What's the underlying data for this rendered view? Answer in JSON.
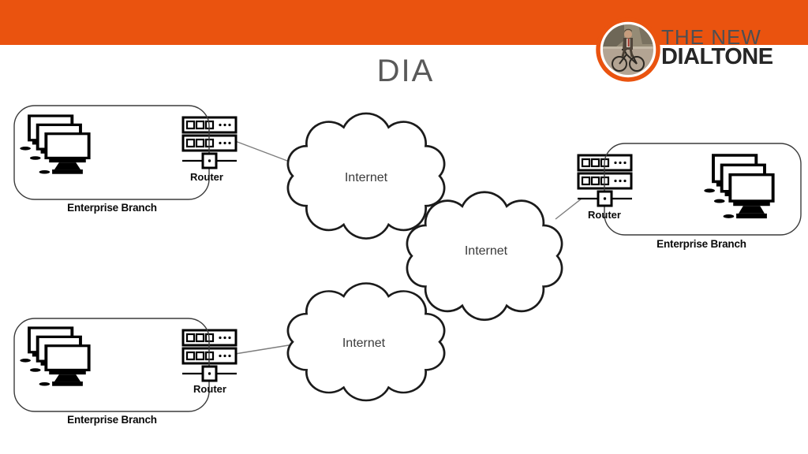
{
  "slide": {
    "title": "DIA",
    "header": {
      "bar_color": "#EA530F",
      "logo": {
        "line1": "THE NEW",
        "line2": "DIALTONE",
        "badge": "photo of a child riding a bicycle in an orange ring"
      }
    },
    "diagram": {
      "clouds": [
        {
          "id": "top",
          "label": "Internet"
        },
        {
          "id": "middle",
          "label": "Internet"
        },
        {
          "id": "bottom",
          "label": "Internet"
        }
      ],
      "branches": [
        {
          "position": "top-left",
          "label": "Enterprise Branch",
          "router_label": "Router"
        },
        {
          "position": "bottom-left",
          "label": "Enterprise Branch",
          "router_label": "Router"
        },
        {
          "position": "right",
          "label": "Enterprise Branch",
          "router_label": "Router"
        }
      ],
      "icons": {
        "workstations": "three overlapping desktop monitors",
        "switch_stack": "two rack switch units with ports and dots",
        "router": "small square node on a horizontal link line",
        "cloud": "hand-drawn network cloud"
      },
      "colors": {
        "line_art": "#1b1b1b",
        "connector": "#7d7d7d",
        "title_gray": "#595959"
      }
    }
  }
}
